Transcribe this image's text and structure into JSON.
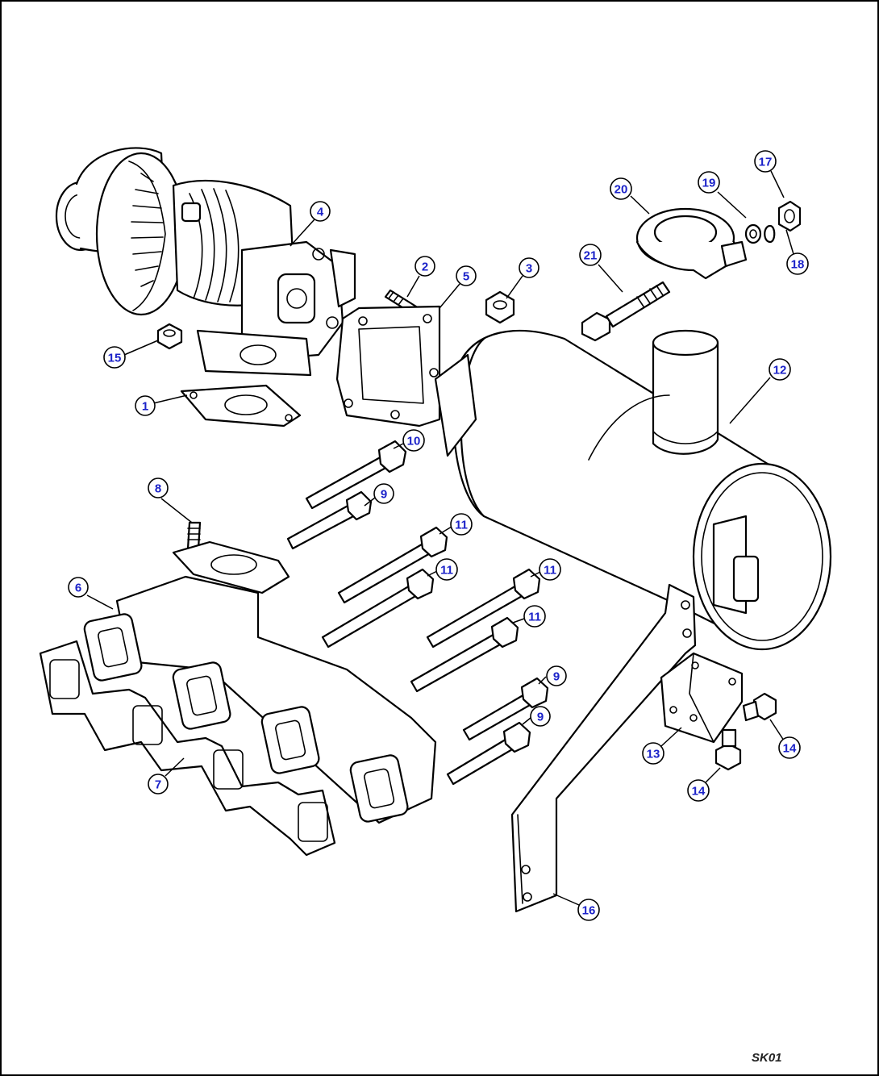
{
  "diagram": {
    "sheet_code": "SK01",
    "callouts": [
      {
        "id": "c1",
        "label": "1"
      },
      {
        "id": "c2",
        "label": "2"
      },
      {
        "id": "c3",
        "label": "3"
      },
      {
        "id": "c4",
        "label": "4"
      },
      {
        "id": "c5",
        "label": "5"
      },
      {
        "id": "c6",
        "label": "6"
      },
      {
        "id": "c7",
        "label": "7"
      },
      {
        "id": "c8",
        "label": "8"
      },
      {
        "id": "c9a",
        "label": "9"
      },
      {
        "id": "c9b",
        "label": "9"
      },
      {
        "id": "c9c",
        "label": "9"
      },
      {
        "id": "c10",
        "label": "10"
      },
      {
        "id": "c11a",
        "label": "11"
      },
      {
        "id": "c11b",
        "label": "11"
      },
      {
        "id": "c11c",
        "label": "11"
      },
      {
        "id": "c11d",
        "label": "11"
      },
      {
        "id": "c12",
        "label": "12"
      },
      {
        "id": "c13",
        "label": "13"
      },
      {
        "id": "c14a",
        "label": "14"
      },
      {
        "id": "c14b",
        "label": "14"
      },
      {
        "id": "c15",
        "label": "15"
      },
      {
        "id": "c16",
        "label": "16"
      },
      {
        "id": "c17",
        "label": "17"
      },
      {
        "id": "c18",
        "label": "18"
      },
      {
        "id": "c19",
        "label": "19"
      },
      {
        "id": "c20",
        "label": "20"
      },
      {
        "id": "c21",
        "label": "21"
      }
    ],
    "colors": {
      "callout_text": "#1b22c9",
      "line": "#000000",
      "background": "#ffffff"
    }
  }
}
